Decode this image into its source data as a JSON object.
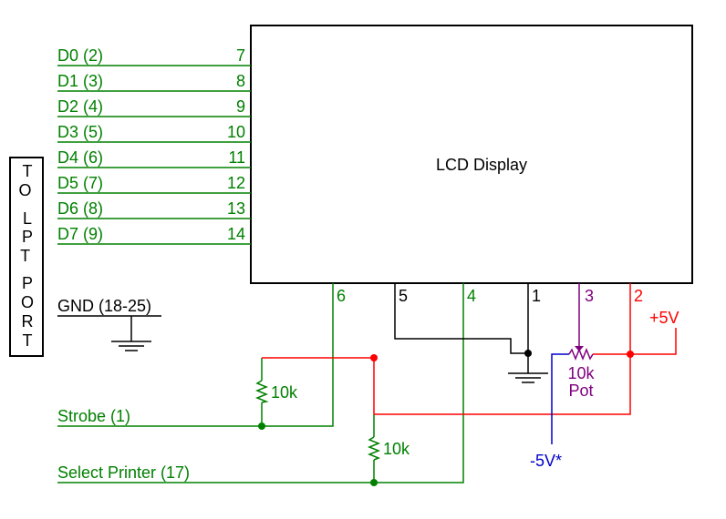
{
  "colors": {
    "green": "#008000",
    "black": "#000000",
    "red": "#ff0000",
    "purple": "#800080",
    "blue": "#0000cc"
  },
  "lcd": {
    "label": "LCD Display"
  },
  "lpt_port": {
    "label": "TO LPT PORT"
  },
  "data_lines": [
    {
      "name": "D0 (2)",
      "pin": "7"
    },
    {
      "name": "D1 (3)",
      "pin": "8"
    },
    {
      "name": "D2 (4)",
      "pin": "9"
    },
    {
      "name": "D3 (5)",
      "pin": "10"
    },
    {
      "name": "D4 (6)",
      "pin": "11"
    },
    {
      "name": "D5 (7)",
      "pin": "12"
    },
    {
      "name": "D6 (8)",
      "pin": "13"
    },
    {
      "name": "D7 (9)",
      "pin": "14"
    }
  ],
  "gnd": {
    "label": "GND (18-25)"
  },
  "strobe": {
    "label": "Strobe (1)"
  },
  "select_printer": {
    "label": "Select Printer (17)"
  },
  "lcd_pins": {
    "p6": "6",
    "p5": "5",
    "p4": "4",
    "p1": "1",
    "p3": "3",
    "p2": "2"
  },
  "resistor_1": {
    "label": "10k"
  },
  "resistor_2": {
    "label": "10k"
  },
  "pot": {
    "value": "10k",
    "name": "Pot"
  },
  "supply_pos": {
    "label": "+5V"
  },
  "supply_neg": {
    "label": "-5V*"
  }
}
